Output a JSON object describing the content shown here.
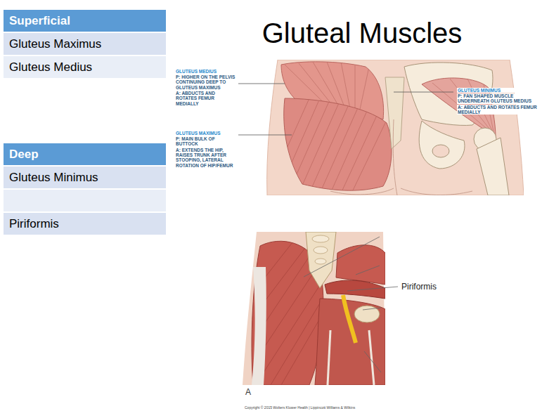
{
  "diagram": {
    "title": "Gluteal Muscles",
    "labels": [
      "Superficial",
      "Gluteus Maximus",
      "Gluteus Medius",
      "GLUTEUS MEDIUS",
      "P: HIGHER ON THE PELVIS CONTINUING DEEP TO GLUTEUS MAXIMUS",
      "A: ABDUCTS AND ROTATES FEMUR MEDIALLY",
      "GLUTEUS MINIMUS",
      "P: FAN SHAPED MUSCLE UNDERNEATH GLUTEUS MEDIUS",
      "A: ABDUCTS AND ROTATES FEMUR MEDIALLY",
      "GLUTEUS MAXIMUS",
      "P: MAIN BULK OF BUTTOCK",
      "A: EXTENDS THE HIP, RAISES TRUNK AFTER STOOPING, LATERAL ROTATION OF HIP/FEMUR",
      "Deep",
      "Gluteus Minimus",
      "Piriformis",
      "Piriformis",
      "A",
      "Copyright © 2015 Wolters Kluwer Health | Lippincott Williams & Wilkins"
    ]
  }
}
